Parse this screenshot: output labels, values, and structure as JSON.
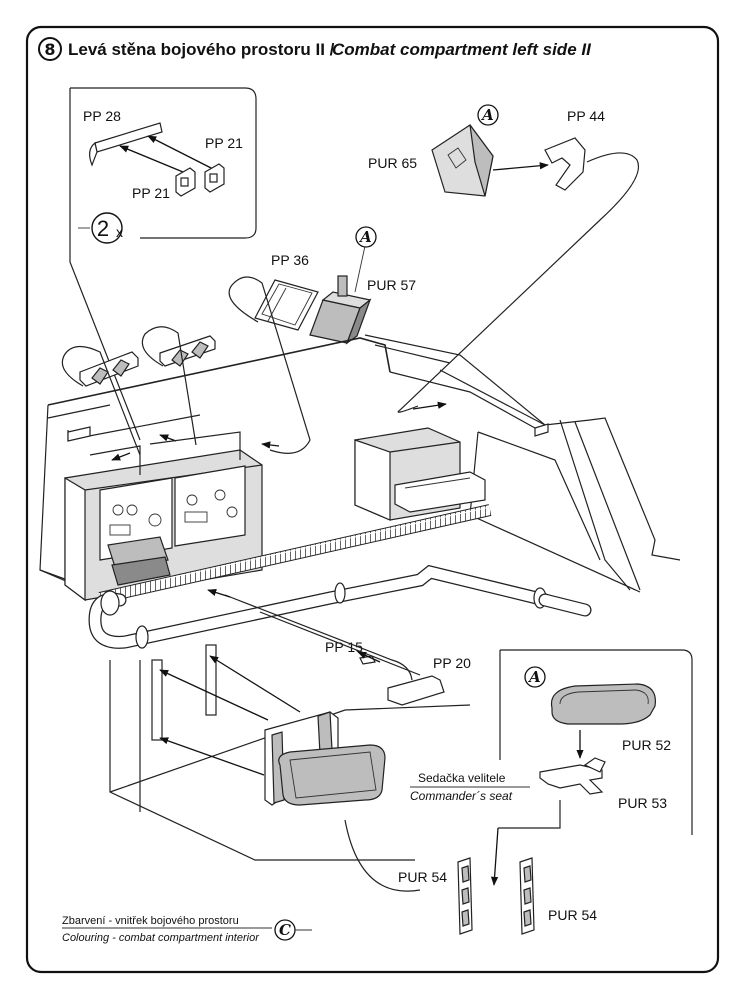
{
  "title": {
    "step_number": "8",
    "czech": "Levá stěna bojového prostoru II /",
    "english": "Combat compartment left side II"
  },
  "parts": {
    "pp28": "PP 28",
    "pp21_a": "PP 21",
    "pp21_b": "PP 21",
    "pp36": "PP 36",
    "pur57": "PUR 57",
    "pur65": "PUR 65",
    "pp44": "PP 44",
    "pp15": "PP 15",
    "pp20": "PP 20",
    "pur52": "PUR 52",
    "pur53": "PUR 53",
    "pur54_a": "PUR 54",
    "pur54_b": "PUR 54"
  },
  "multiplier": {
    "count": "2",
    "symbol": "x"
  },
  "markers": {
    "paint_a_1": "A",
    "paint_a_2": "A",
    "paint_a_3": "A",
    "paint_c": "C"
  },
  "seat_caption": {
    "czech": "Sedačka velitele",
    "english": "Commander´s seat"
  },
  "colour_note": {
    "czech": "Zbarvení - vnitřek bojového prostoru",
    "english": "Colouring -  combat compartment interior"
  }
}
